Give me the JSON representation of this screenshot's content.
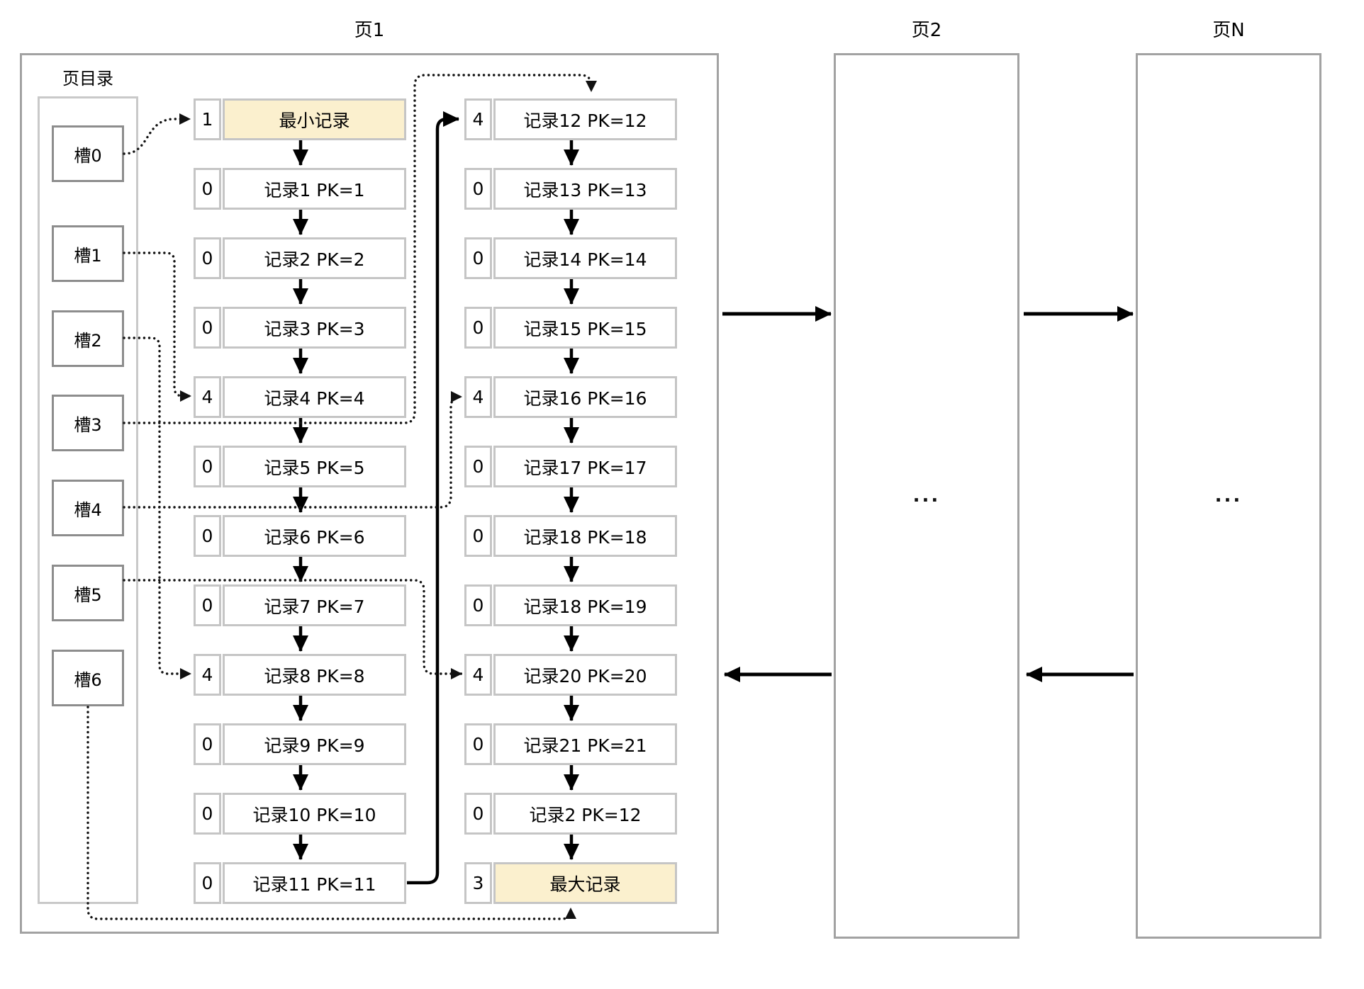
{
  "pages": {
    "page1": {
      "title": "页1"
    },
    "page2": {
      "title": "页2",
      "content": "..."
    },
    "pageN": {
      "title": "页N",
      "content": "..."
    }
  },
  "directory": {
    "label": "页目录",
    "slots": [
      {
        "label": "槽0"
      },
      {
        "label": "槽1"
      },
      {
        "label": "槽2"
      },
      {
        "label": "槽3"
      },
      {
        "label": "槽4"
      },
      {
        "label": "槽5"
      },
      {
        "label": "槽6"
      }
    ]
  },
  "left_records": [
    {
      "num": "1",
      "label": "最小记录",
      "highlight": true
    },
    {
      "num": "0",
      "label": "记录1 PK=1"
    },
    {
      "num": "0",
      "label": "记录2 PK=2"
    },
    {
      "num": "0",
      "label": "记录3 PK=3"
    },
    {
      "num": "4",
      "label": "记录4 PK=4"
    },
    {
      "num": "0",
      "label": "记录5 PK=5"
    },
    {
      "num": "0",
      "label": "记录6 PK=6"
    },
    {
      "num": "0",
      "label": "记录7 PK=7"
    },
    {
      "num": "4",
      "label": "记录8 PK=8"
    },
    {
      "num": "0",
      "label": "记录9 PK=9"
    },
    {
      "num": "0",
      "label": "记录10 PK=10"
    },
    {
      "num": "0",
      "label": "记录11 PK=11"
    }
  ],
  "right_records": [
    {
      "num": "4",
      "label": "记录12 PK=12"
    },
    {
      "num": "0",
      "label": "记录13 PK=13"
    },
    {
      "num": "0",
      "label": "记录14 PK=14"
    },
    {
      "num": "0",
      "label": "记录15 PK=15"
    },
    {
      "num": "4",
      "label": "记录16 PK=16"
    },
    {
      "num": "0",
      "label": "记录17 PK=17"
    },
    {
      "num": "0",
      "label": "记录18 PK=18"
    },
    {
      "num": "0",
      "label": "记录18 PK=19"
    },
    {
      "num": "4",
      "label": "记录20 PK=20"
    },
    {
      "num": "0",
      "label": "记录21 PK=21"
    },
    {
      "num": "0",
      "label": "记录2 PK=12"
    },
    {
      "num": "3",
      "label": "最大记录",
      "highlight": true
    }
  ],
  "colors": {
    "highlight_fill": "#fbf0ce",
    "record_border": "#c5c5c5",
    "slot_border": "#8d8d8d",
    "page_border": "#a2a2a2",
    "directory_border": "#c9c9c9",
    "line_color": "#111111"
  }
}
